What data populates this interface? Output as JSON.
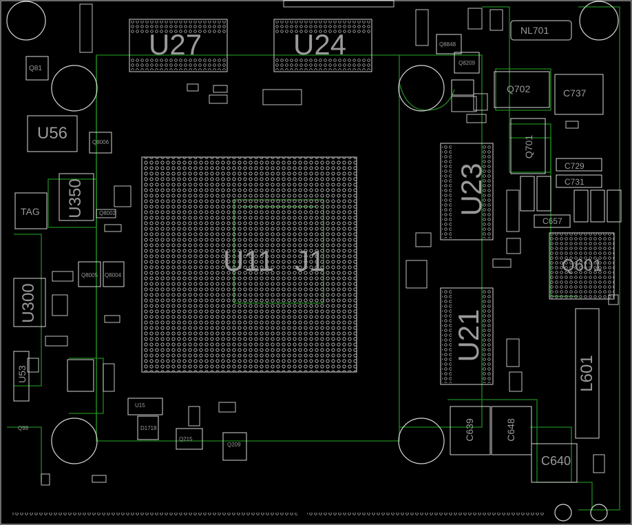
{
  "board": {
    "background": "#000000",
    "trace_color": "#1f8a1f",
    "silk_color": "#d8d8d8",
    "label_color": "#9a9a9a"
  },
  "labels": {
    "u27": "U27",
    "u24": "U24",
    "u11": "U11",
    "j1": "J1",
    "u23": "U23",
    "u21": "U21",
    "u56": "U56",
    "u350": "U350",
    "tag": "TAG",
    "u300": "U300",
    "u53": "U53",
    "l601": "L601",
    "q601": "Q601",
    "q702": "Q702",
    "q701": "Q701",
    "c737": "C737",
    "c729": "C729",
    "c731": "C731",
    "c657": "C657",
    "c639": "C639",
    "c648": "C648",
    "c640": "C640",
    "nl701": "NL701",
    "q81": "Q81",
    "q8006": "Q8006",
    "q8002": "Q8002",
    "q8005": "Q8005",
    "q8004": "Q8004",
    "q8848": "Q8848",
    "q8209": "Q8209",
    "q215": "Q215",
    "q209": "Q209",
    "d1718": "D1718",
    "u15": "U15",
    "q99": "Q99"
  }
}
